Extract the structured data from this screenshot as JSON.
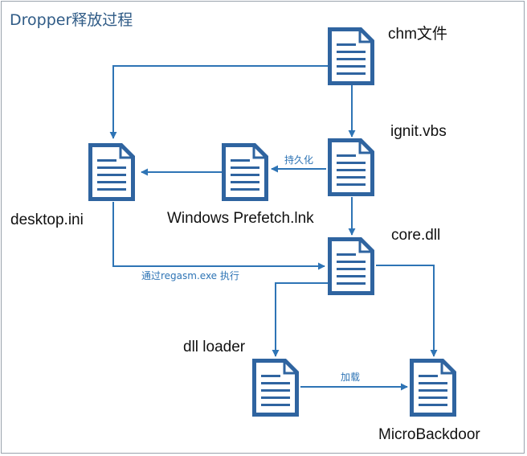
{
  "diagram": {
    "title": "Dropper释放过程",
    "nodes": {
      "chm": {
        "label": "chm文件",
        "icon": "document-icon"
      },
      "ignit": {
        "label": "ignit.vbs",
        "icon": "document-icon"
      },
      "prefetch": {
        "label": "Windows Prefetch.lnk",
        "icon": "document-icon"
      },
      "desktop": {
        "label": "desktop.ini",
        "icon": "document-icon"
      },
      "core": {
        "label": "core.dll",
        "icon": "document-icon"
      },
      "loader": {
        "label": "dll loader",
        "icon": "document-icon"
      },
      "micro": {
        "label": "MicroBackdoor",
        "icon": "document-icon"
      }
    },
    "edges": {
      "persist": "持久化",
      "regasm": "通过regasm.exe 执行",
      "load": "加载"
    },
    "colors": {
      "accent": "#2e74b5",
      "icon_fill": "#2f64a0",
      "title": "#2f5b86"
    }
  }
}
